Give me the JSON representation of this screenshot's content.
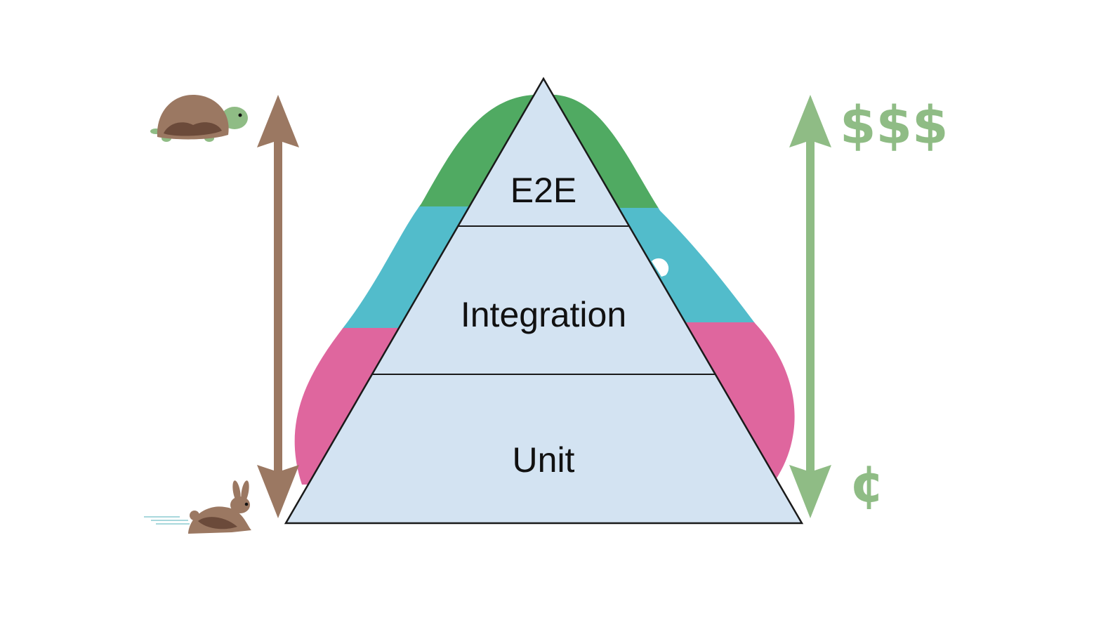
{
  "diagram": {
    "title": "Testing Pyramid",
    "layers": [
      {
        "name": "E2E",
        "label": "E2E"
      },
      {
        "name": "Integration",
        "label": "Integration"
      },
      {
        "name": "Unit",
        "label": "Unit"
      }
    ],
    "left_axis": {
      "meaning": "speed",
      "top_icon": "turtle-icon",
      "top_meaning": "slow",
      "bottom_icon": "rabbit-icon",
      "bottom_meaning": "fast"
    },
    "right_axis": {
      "meaning": "cost",
      "top_label": "$$$",
      "bottom_label": "¢"
    },
    "colors": {
      "pyramid_fill": "#d3e3f2",
      "outline": "#1a1a1a",
      "bell_e2e": "#50aa62",
      "bell_integration": "#52bccb",
      "bell_unit": "#df669e",
      "speed_arrow": "#9b7862",
      "cost_arrow": "#8fbc85"
    }
  }
}
